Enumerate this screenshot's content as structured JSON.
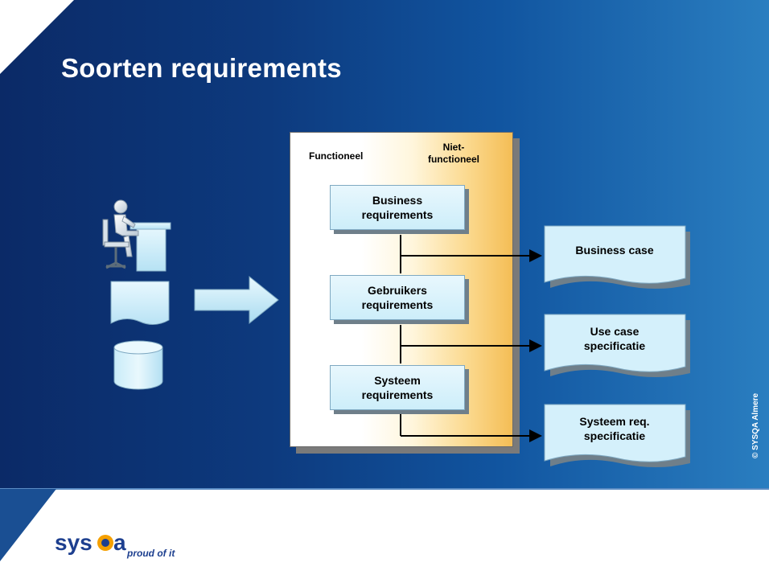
{
  "slide": {
    "title": "Soorten requirements",
    "copyright": "© SYSQA Almere"
  },
  "panel": {
    "col_functional": "Functioneel",
    "col_nonfunctional_line1": "Niet-",
    "col_nonfunctional_line2": "functioneel"
  },
  "requirements": [
    {
      "line1": "Business",
      "line2": "requirements"
    },
    {
      "line1": "Gebruikers",
      "line2": "requirements"
    },
    {
      "line1": "Systeem",
      "line2": "requirements"
    }
  ],
  "outputs": [
    {
      "line1": "Business case",
      "line2": ""
    },
    {
      "line1": "Use case",
      "line2": "specificatie"
    },
    {
      "line1": "Systeem req.",
      "line2": "specificatie"
    }
  ],
  "icons": [
    "person-at-desk-icon",
    "document-icon",
    "database-icon",
    "arrow-right-icon"
  ],
  "logo": {
    "brand": "sysqa",
    "tagline": "proud of it"
  },
  "colors": {
    "background_dark": "#0b2a67",
    "background_light": "#2a7ec0",
    "box_fill": "#cdeefa",
    "panel_accent": "#f4bd55"
  }
}
